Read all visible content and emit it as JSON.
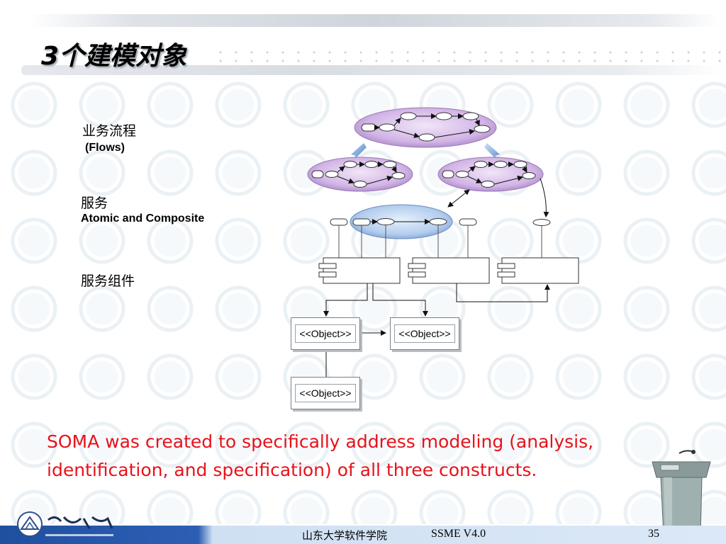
{
  "slide": {
    "title": "3个建模对象",
    "labels": {
      "flows_cn": "业务流程",
      "flows_en": "(Flows)",
      "services_cn": "服务",
      "services_en": "Atomic and Composite",
      "components_cn": "服务组件"
    },
    "objects": [
      "<<Object>>",
      "<<Object>>",
      "<<Object>>"
    ],
    "statement": "SOMA was created to specifically address modeling (analysis, identification, and specification) of all three constructs."
  },
  "footer": {
    "institute": "山东大学软件学院",
    "version": "SSME V4.0",
    "page": "35"
  },
  "colors": {
    "statement": "#e8121b",
    "flow_ellipse": "#c9a8e0",
    "service_ellipse": "#a9c6ea",
    "footer_band": "#2c5fb4"
  }
}
